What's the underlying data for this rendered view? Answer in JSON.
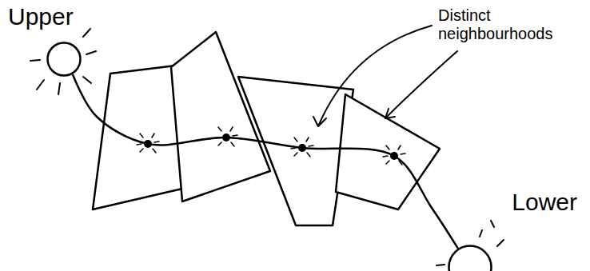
{
  "diagram": {
    "nodes": [
      {
        "text": [
          "Upper"
        ]
      },
      {
        "text": [
          "Lower"
        ]
      }
    ],
    "edges": [
      {
        "from": 0,
        "to": 1,
        "arrow": "none"
      }
    ],
    "labels": [
      "Distinct neighbourhoods"
    ]
  }
}
